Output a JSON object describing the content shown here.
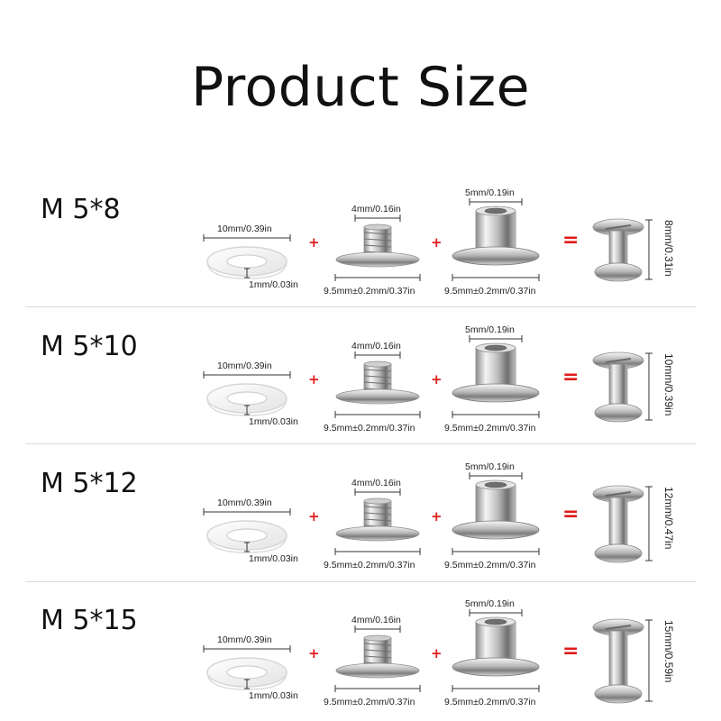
{
  "title": "Product Size",
  "operators": {
    "plus": "+",
    "equals": "="
  },
  "colors": {
    "operator": "#e01b1b",
    "metal": "#c8c8c8",
    "washer": "#f3f3f3"
  },
  "rows": [
    {
      "size": "M 5*8",
      "washer_width": "10mm/0.39in",
      "washer_thickness": "1mm/0.03in",
      "screw_thread": "4mm/0.16in",
      "screw_head": "9.5mm±0.2mm/0.37in",
      "post_thread": "5mm/0.19in",
      "post_head": "9.5mm±0.2mm/0.37in",
      "assembled_length": "8mm/0.31in"
    },
    {
      "size": "M 5*10",
      "washer_width": "10mm/0.39in",
      "washer_thickness": "1mm/0.03in",
      "screw_thread": "4mm/0.16in",
      "screw_head": "9.5mm±0.2mm/0.37in",
      "post_thread": "5mm/0.19in",
      "post_head": "9.5mm±0.2mm/0.37in",
      "assembled_length": "10mm/0.39in"
    },
    {
      "size": "M 5*12",
      "washer_width": "10mm/0.39in",
      "washer_thickness": "1mm/0.03in",
      "screw_thread": "4mm/0.16in",
      "screw_head": "9.5mm±0.2mm/0.37in",
      "post_thread": "5mm/0.19in",
      "post_head": "9.5mm±0.2mm/0.37in",
      "assembled_length": "12mm/0.47in"
    },
    {
      "size": "M 5*15",
      "washer_width": "10mm/0.39in",
      "washer_thickness": "1mm/0.03in",
      "screw_thread": "4mm/0.16in",
      "screw_head": "9.5mm±0.2mm/0.37in",
      "post_thread": "5mm/0.19in",
      "post_head": "9.5mm±0.2mm/0.37in",
      "assembled_length": "15mm/0.59in"
    }
  ]
}
